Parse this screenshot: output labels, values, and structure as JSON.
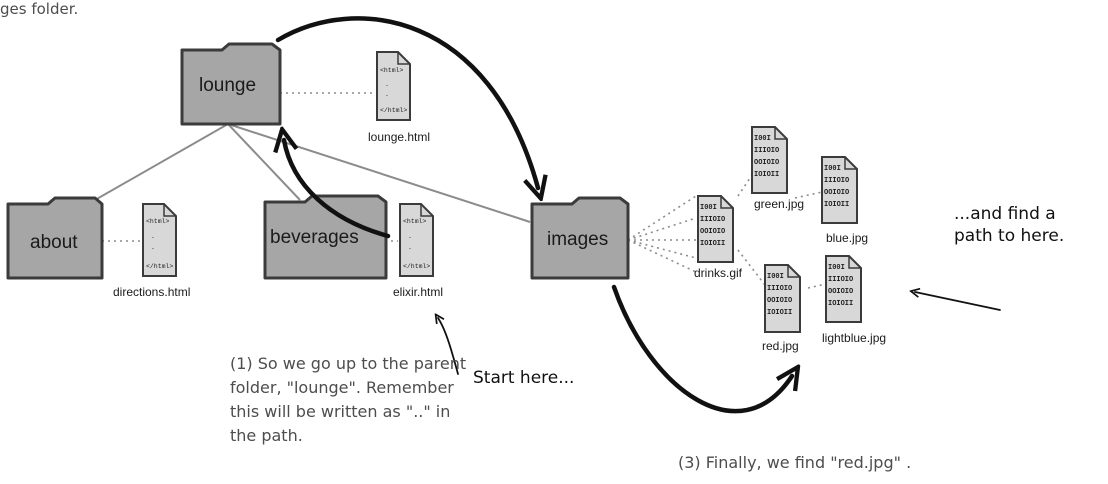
{
  "top_note": "ges folder.",
  "folders": {
    "lounge": "lounge",
    "about": "about",
    "beverages": "beverages",
    "images": "images"
  },
  "html_files": {
    "lounge": "lounge.html",
    "directions": "directions.html",
    "elixir": "elixir.html"
  },
  "html_tags": {
    "open": "<html>",
    "close": "</html>"
  },
  "image_files": {
    "drinks": "drinks.gif",
    "green": "green.jpg",
    "blue": "blue.jpg",
    "red": "red.jpg",
    "lightblue": "lightblue.jpg"
  },
  "binary_rows": [
    "I00I",
    "IIIOIO",
    "OOIOIO",
    "IOIOII"
  ],
  "annotations": {
    "step1": "(1) So we go up to the parent\nfolder, \"lounge\". Remember\nthis will be written as \"..\" in\nthe path.",
    "start": "Start here...",
    "find_path": "...and find a\npath to here.",
    "step3": "(3) Finally, we find \"red.jpg\" ."
  },
  "colors": {
    "folder_fill": "#a6a6a6",
    "folder_edge": "#3b3b3b",
    "paper": "#d8d8d8",
    "line": "#8c8c8c",
    "ink": "#111111",
    "note": "#4d4d4d"
  }
}
